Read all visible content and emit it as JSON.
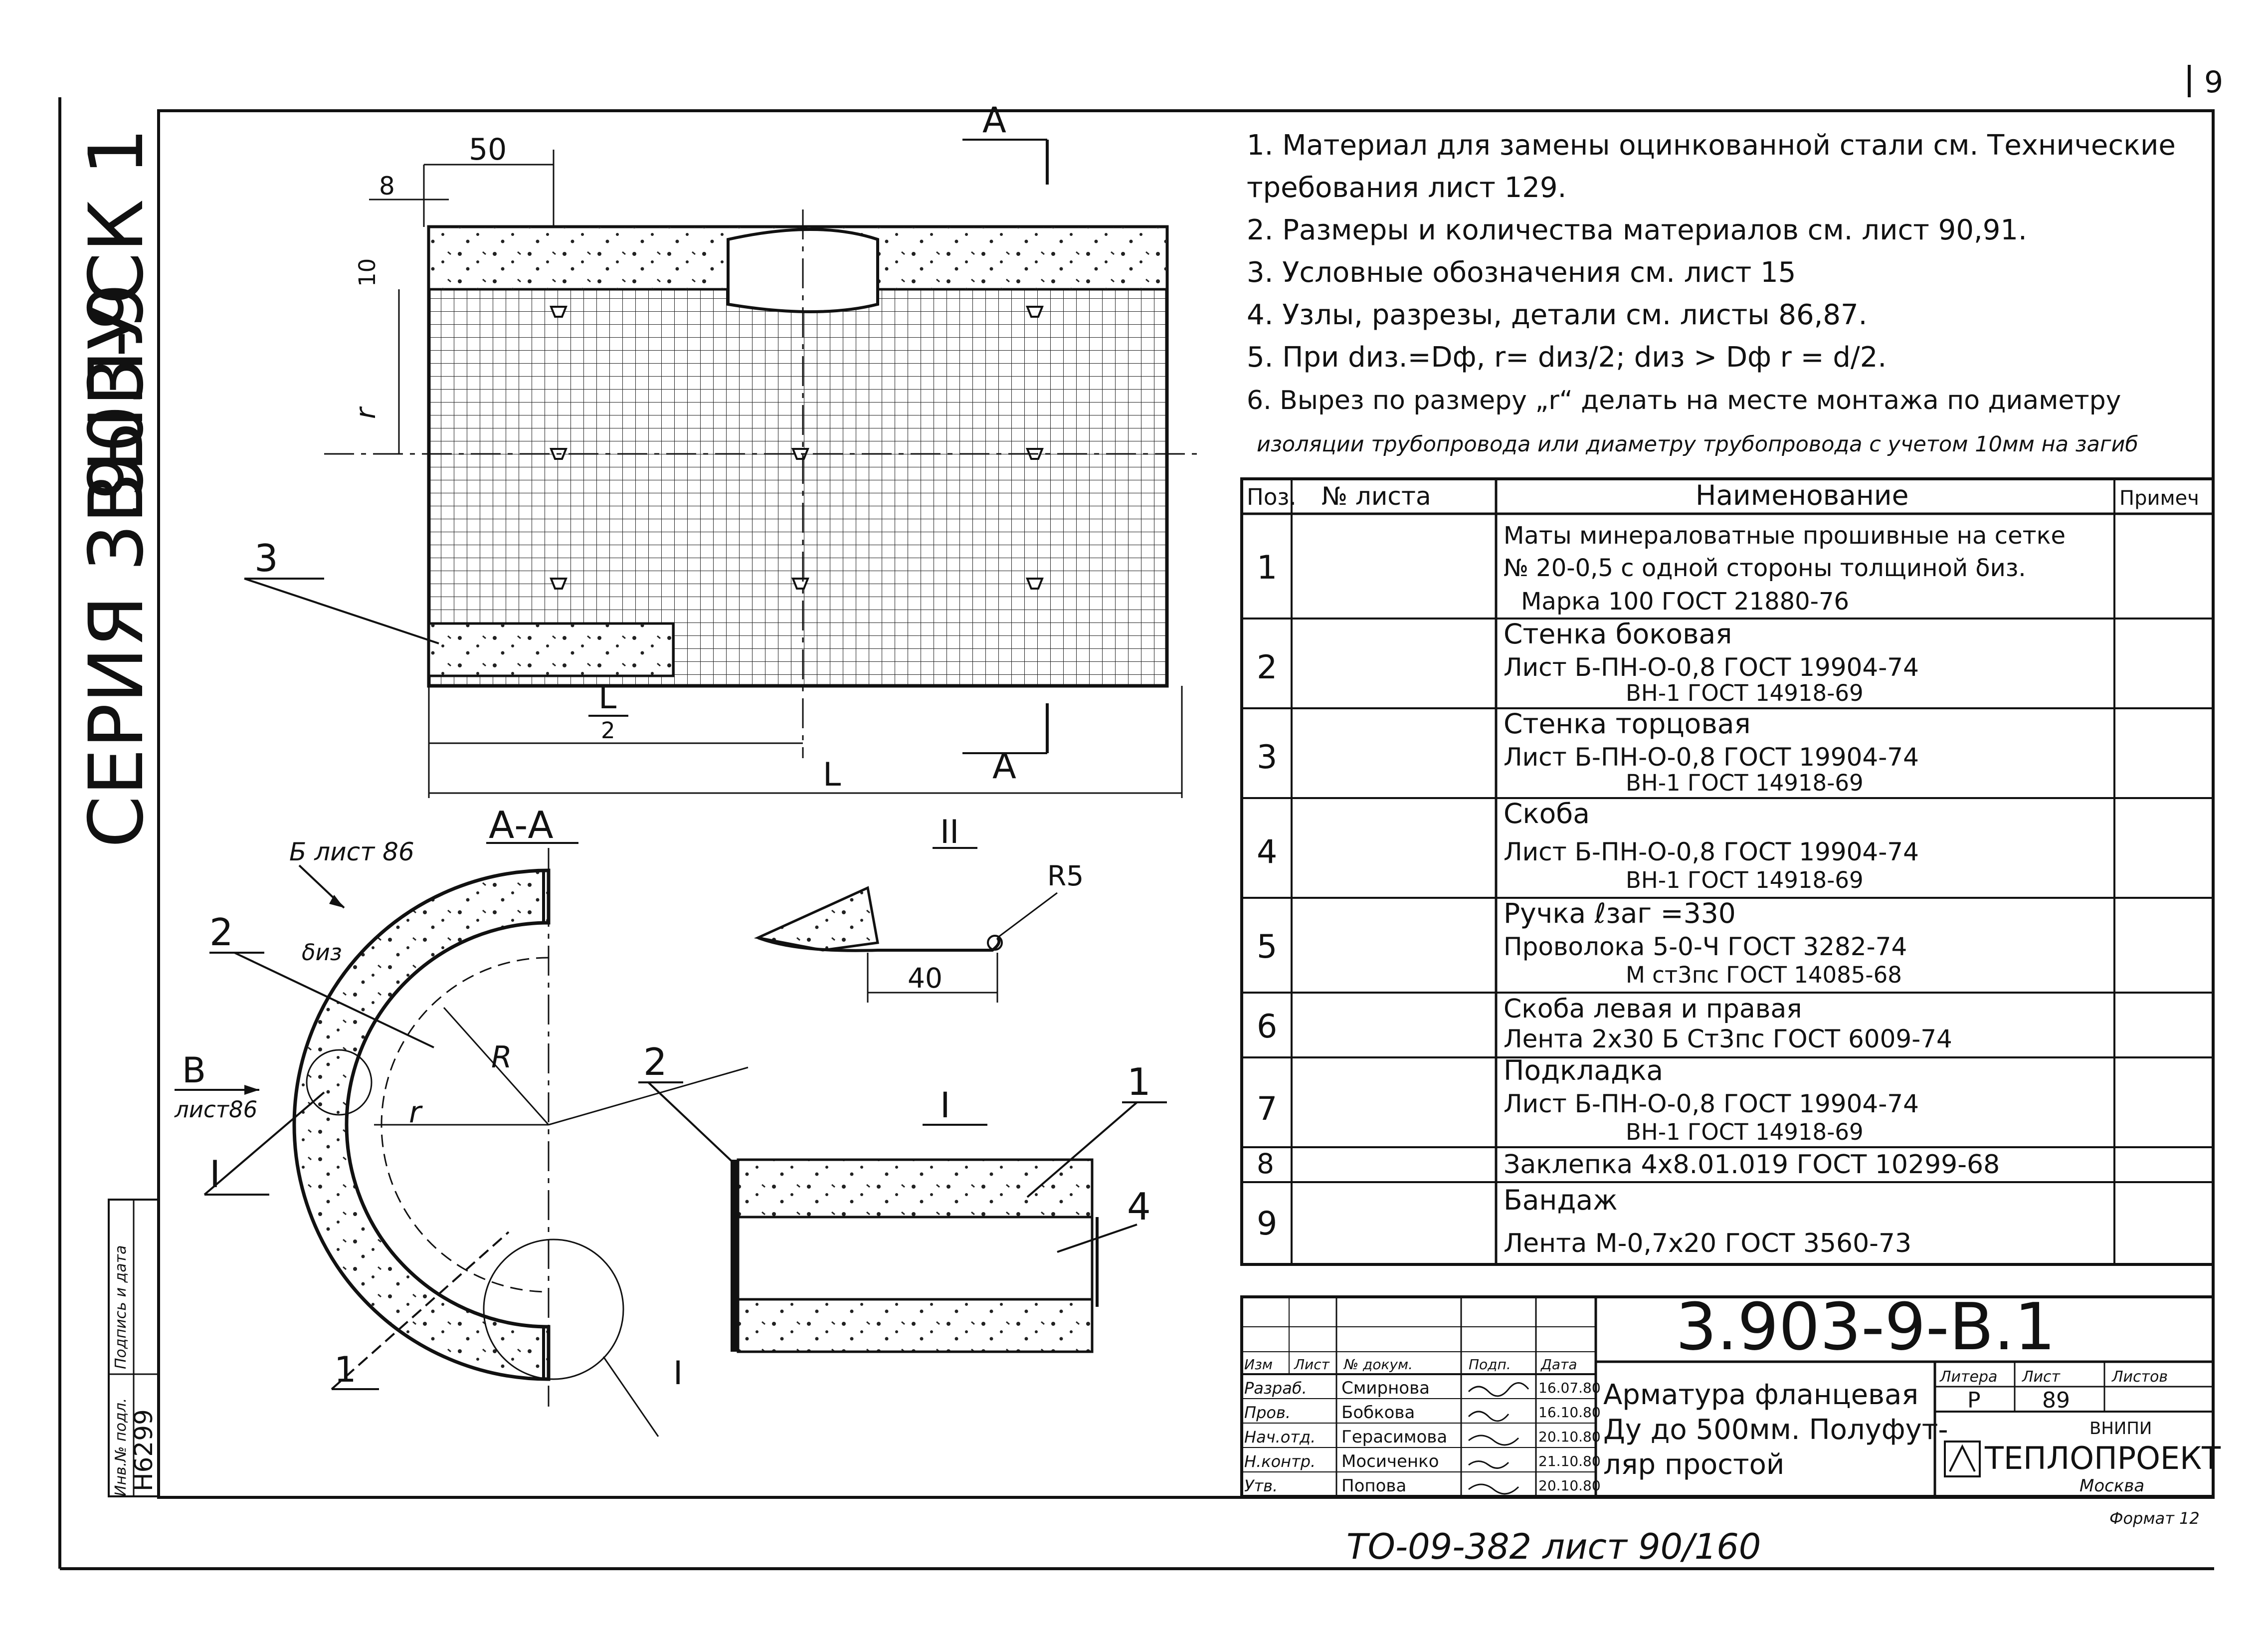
{
  "corner_mark": "9",
  "side": {
    "series": "СЕРИЯ 3.903-9",
    "issue": "ВЫПУСК 1",
    "stamp_labels": [
      "Инв.№ подл.",
      "Подпись и дата"
    ],
    "inv_number": "Н6299"
  },
  "notes": [
    "1. Материал для замены оцинкованной стали см. Технические",
    "требования лист 129.",
    "2. Размеры и количества материалов см. лист 90,91.",
    "3. Условные обозначения см. лист 15",
    "4. Узлы, разрезы, детали см. листы 86,87.",
    "5. При dиз.=Dф, r= dиз/2; dиз > Dф  r = d/2.",
    "6. Вырез по размеру „r“ делать на месте монтажа по диаметру",
    "изоляции трубопровода или диаметру трубопровода с учетом 10мм на загиб"
  ],
  "dims": {
    "d50": "50",
    "d8": "8",
    "d10": "10",
    "r": "r",
    "half_l": "L",
    "half_l_den": "2",
    "l": "L",
    "d40": "40",
    "r5": "R5",
    "big_r": "R",
    "diz": "δиз"
  },
  "labels": {
    "section_a_top": "A",
    "section_a_bottom": "A",
    "section_aa": "А-А",
    "view_ii": "II",
    "view_i": "I",
    "b_list86": "Б лист 86",
    "v": "В",
    "v_list": "лист86",
    "callout_1": "1",
    "callout_2": "2",
    "callout_3": "3",
    "callout_4": "4",
    "callout_1b": "1",
    "callout_2b": "2",
    "callout_I": "I",
    "callout_I2": "I"
  },
  "table": {
    "headers": [
      "Поз.",
      "№ листа",
      "Наименование",
      "Примеч"
    ],
    "rows": [
      {
        "pos": "1",
        "lines": [
          "Маты минераловатные прошивные на сетке",
          "№ 20-0,5 с одной стороны толщиной δиз.",
          "Марка 100  ГОСТ 21880-76"
        ]
      },
      {
        "pos": "2",
        "lines": [
          "Стенка боковая",
          "Лист  Б-ПН-О-0,8 ГОСТ 19904-74",
          "ВН-1 ГОСТ 14918-69"
        ]
      },
      {
        "pos": "3",
        "lines": [
          "Стенка торцовая",
          "Лист  Б-ПН-О-0,8 ГОСТ 19904-74",
          "ВН-1 ГОСТ 14918-69"
        ]
      },
      {
        "pos": "4",
        "lines": [
          "Скоба",
          "Лист  Б-ПН-О-0,8 ГОСТ 19904-74",
          "ВН-1 ГОСТ 14918-69"
        ]
      },
      {
        "pos": "5",
        "lines": [
          "Ручка ℓзаг =330",
          "Проволока  5-0-Ч ГОСТ 3282-74",
          "М ст3пс ГОСТ 14085-68"
        ]
      },
      {
        "pos": "6",
        "lines": [
          "Скоба левая и правая",
          "Лента 2х30 Б Ст3пс ГОСТ 6009-74"
        ]
      },
      {
        "pos": "7",
        "lines": [
          "Подкладка",
          "Лист  Б-ПН-О-0,8 ГОСТ 19904-74",
          "ВН-1 ГОСТ 14918-69"
        ]
      },
      {
        "pos": "8",
        "lines": [
          "Заклепка 4х8.01.019 ГОСТ 10299-68"
        ]
      },
      {
        "pos": "9",
        "lines": [
          "Бандаж",
          "Лента М-0,7х20 ГОСТ 3560-73"
        ]
      }
    ]
  },
  "title_block": {
    "doc_code": "3.903-9-В.1",
    "columns": [
      "Изм",
      "Лист",
      "№ докум.",
      "Подп.",
      "Дата"
    ],
    "roles": [
      "Разраб.",
      "Пров.",
      "Нач.отд.",
      "Н.контр.",
      "Утв."
    ],
    "names": [
      "Смирнова",
      "Бобкова",
      "Герасимова",
      "Мосиченко",
      "Попова"
    ],
    "dates": [
      "16.07.80",
      "16.10.80",
      "20.10.80",
      "21.10.80",
      "20.10.80"
    ],
    "title_lines": [
      "Арматура фланцевая",
      "Ду до 500мм. Полуфут-",
      "ляр простой"
    ],
    "stage_label": "Литера",
    "sheet_label": "Лист",
    "sheets_label": "Листов",
    "stage": "Р",
    "sheet": "89",
    "org_top": "ВНИПИ",
    "org": "ТЕПЛОПРОЕКТ",
    "org_city": "Москва",
    "format": "Формат 12"
  },
  "footer": "ТО-09-382  лист 90/160"
}
